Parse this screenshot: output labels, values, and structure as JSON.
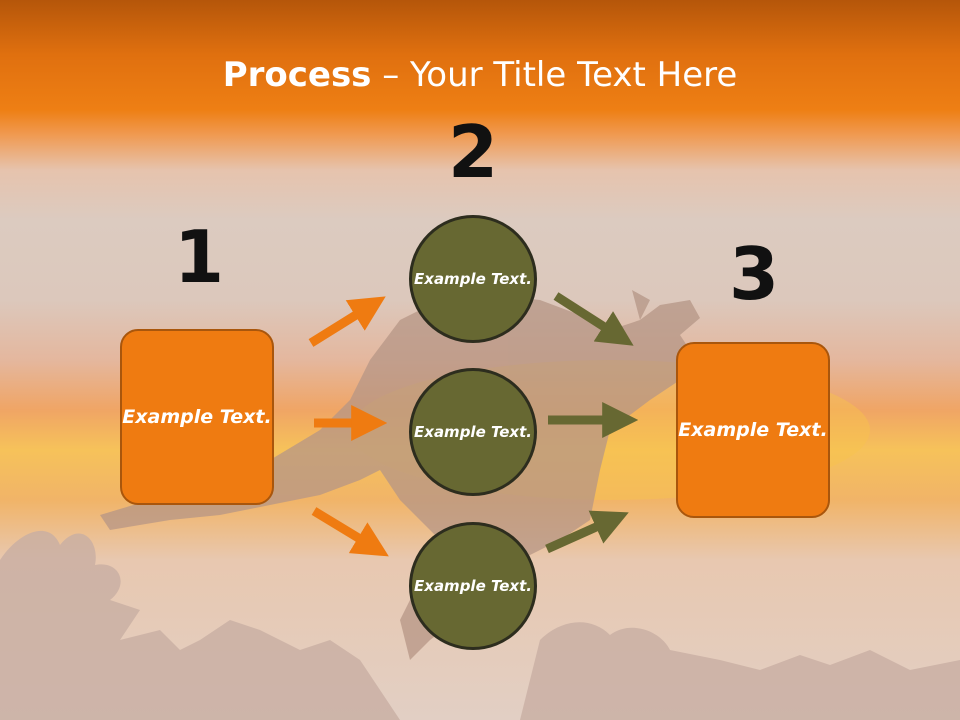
{
  "title": {
    "bold": "Process",
    "rest": " – Your Title Text Here"
  },
  "steps": {
    "step1": {
      "number": "1",
      "text": "Example Text."
    },
    "step2": {
      "number": "2",
      "items": [
        {
          "text": "Example Text."
        },
        {
          "text": "Example Text."
        },
        {
          "text": "Example Text."
        }
      ]
    },
    "step3": {
      "number": "3",
      "text": "Example Text."
    }
  },
  "colors": {
    "orange": "#ef7b11",
    "olive": "#676832",
    "header": "#e0700f"
  }
}
